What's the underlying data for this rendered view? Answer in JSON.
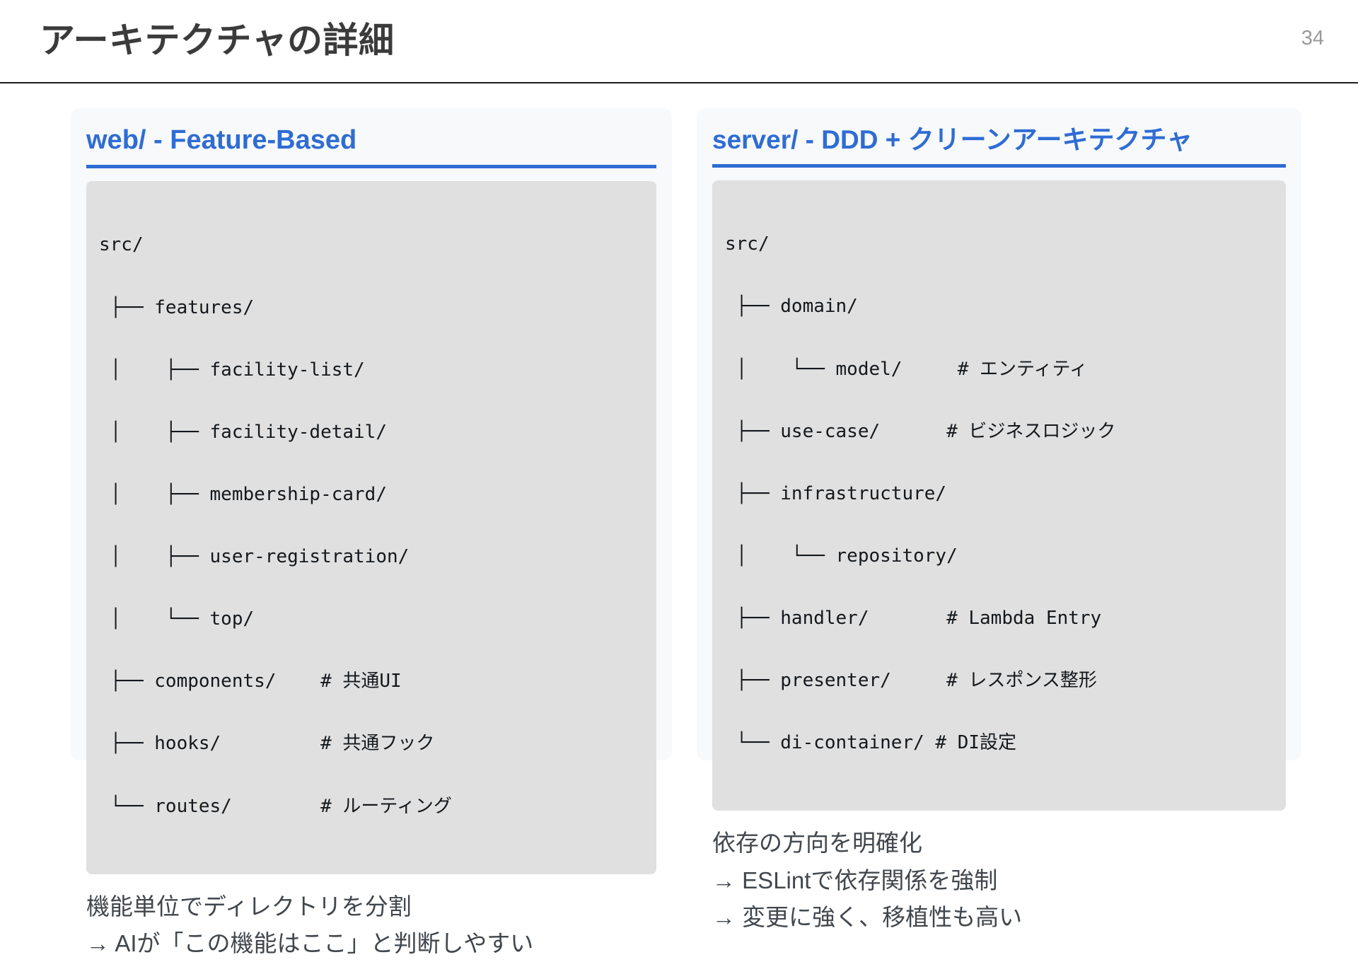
{
  "header": {
    "title": "アーキテクチャの詳細",
    "page_number": "34"
  },
  "colors": {
    "accent_blue": "#2f6cd4",
    "title_gray": "#3b3b3b",
    "card_bg": "#f7f9fb",
    "code_bg": "#e0e0e0",
    "note_text": "#41474d",
    "page_number": "#9a9a9a"
  },
  "cards": [
    {
      "title": "web/ - Feature-Based",
      "code_lines": [
        "src/",
        " ├── features/",
        " │    ├── facility-list/",
        " │    ├── facility-detail/",
        " │    ├── membership-card/",
        " │    ├── user-registration/",
        " │    └── top/",
        " ├── components/    # 共通UI",
        " ├── hooks/         # 共通フック",
        " └── routes/        # ルーティング"
      ],
      "notes": [
        "機能単位でディレクトリを分割",
        "→ AIが「この機能はここ」と判断しやすい"
      ]
    },
    {
      "title": "server/ - DDD + クリーンアーキテクチャ",
      "code_lines": [
        "src/",
        " ├── domain/",
        " │    └── model/     # エンティティ",
        " ├── use-case/      # ビジネスロジック",
        " ├── infrastructure/",
        " │    └── repository/",
        " ├── handler/       # Lambda Entry",
        " ├── presenter/     # レスポンス整形",
        " └── di-container/ # DI設定"
      ],
      "notes": [
        "依存の方向を明確化",
        "→ ESLintで依存関係を強制",
        "→ 変更に強く、移植性も高い"
      ]
    }
  ]
}
